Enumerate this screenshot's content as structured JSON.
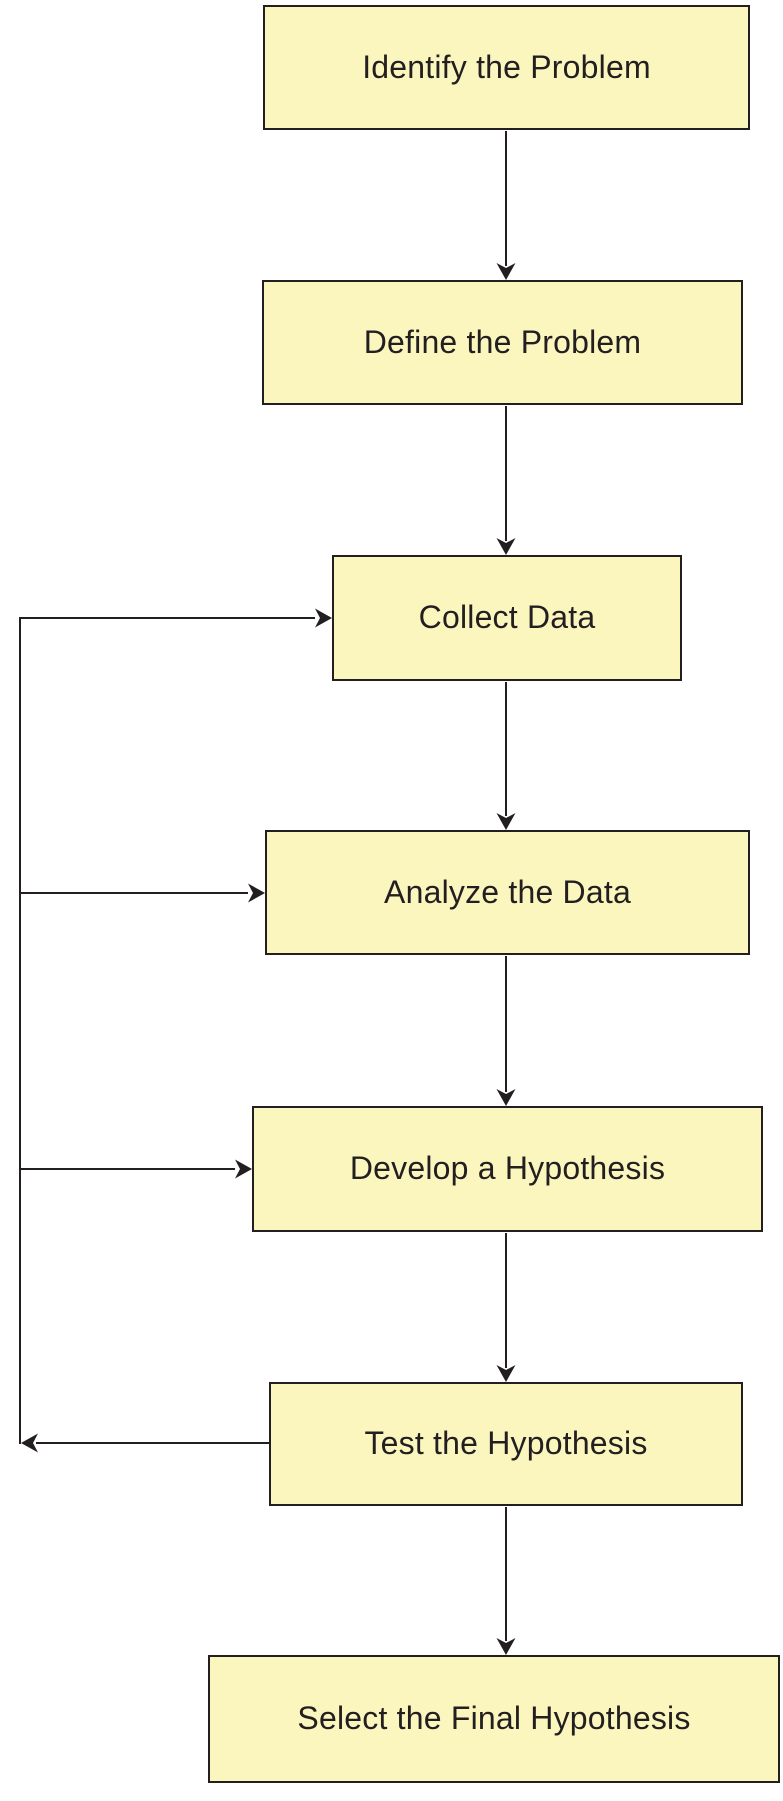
{
  "diagram": {
    "type": "flowchart",
    "nodes": [
      {
        "id": "identify",
        "label": "Identify the Problem"
      },
      {
        "id": "define",
        "label": "Define the Problem"
      },
      {
        "id": "collect",
        "label": "Collect Data"
      },
      {
        "id": "analyze",
        "label": "Analyze the Data"
      },
      {
        "id": "develop",
        "label": "Develop a Hypothesis"
      },
      {
        "id": "test",
        "label": "Test the Hypothesis"
      },
      {
        "id": "select",
        "label": "Select the Final Hypothesis"
      }
    ],
    "edges": [
      {
        "from": "identify",
        "to": "define",
        "type": "main-flow"
      },
      {
        "from": "define",
        "to": "collect",
        "type": "main-flow"
      },
      {
        "from": "collect",
        "to": "analyze",
        "type": "main-flow"
      },
      {
        "from": "analyze",
        "to": "develop",
        "type": "main-flow"
      },
      {
        "from": "develop",
        "to": "test",
        "type": "main-flow"
      },
      {
        "from": "test",
        "to": "select",
        "type": "main-flow"
      },
      {
        "from": "test",
        "to": "collect",
        "type": "feedback-loop"
      },
      {
        "from": "test",
        "to": "analyze",
        "type": "feedback-loop"
      },
      {
        "from": "test",
        "to": "develop",
        "type": "feedback-loop"
      }
    ]
  },
  "colors": {
    "box_fill": "#FAF6BE",
    "box_border": "#231F20",
    "line": "#231F20",
    "text": "#231F20",
    "background": "#FFFFFF"
  }
}
